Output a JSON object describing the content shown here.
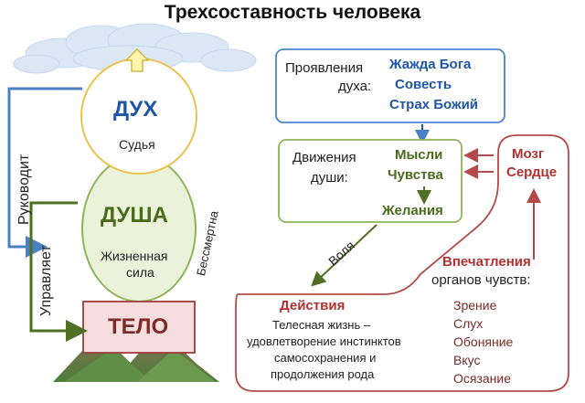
{
  "title": "Трехсоставность человека",
  "spirit": {
    "name": "ДУХ",
    "role": "Судья"
  },
  "soul": {
    "name": "ДУША",
    "role_line1": "Жизненная",
    "role_line2": "сила",
    "side_label": "Бессмертна"
  },
  "body": {
    "name": "ТЕЛО"
  },
  "left_arrows": {
    "guides": "Руководит",
    "governs": "Управляет"
  },
  "manifestations": {
    "label_line1": "Проявления",
    "label_line2": "духа:",
    "items": [
      "Жажда Бога",
      "Совесть",
      "Страх Божий"
    ]
  },
  "soul_movements": {
    "label_line1": "Движения",
    "label_line2": "души:",
    "items": [
      "Мысли",
      "Чувства",
      "Желания"
    ]
  },
  "brain_heart": [
    "Мозг",
    "Сердце"
  ],
  "will_label": "Воля",
  "impressions": {
    "title": "Впечатления",
    "subtitle": "органов чувств:",
    "senses": [
      "Зрение",
      "Слух",
      "Обоняние",
      "Вкус",
      "Осязание"
    ]
  },
  "actions": {
    "title": "Действия",
    "lines": [
      "Телесная жизнь –",
      "удовлетворение инстинктов",
      "самосохранения и",
      "продолжения рода"
    ]
  },
  "colors": {
    "spirit_fill": "#ffffff",
    "spirit_border": "#e8c24a",
    "soul_fill": "#eaf3da",
    "soul_border": "#8fb45a",
    "body_fill": "#f6dede",
    "body_border": "#9c3e3e",
    "blue_arrow": "#4a7fc4",
    "green_arrow": "#4f6f22",
    "red_box": "#b44a4a",
    "blue_box": "#4a86d0"
  }
}
